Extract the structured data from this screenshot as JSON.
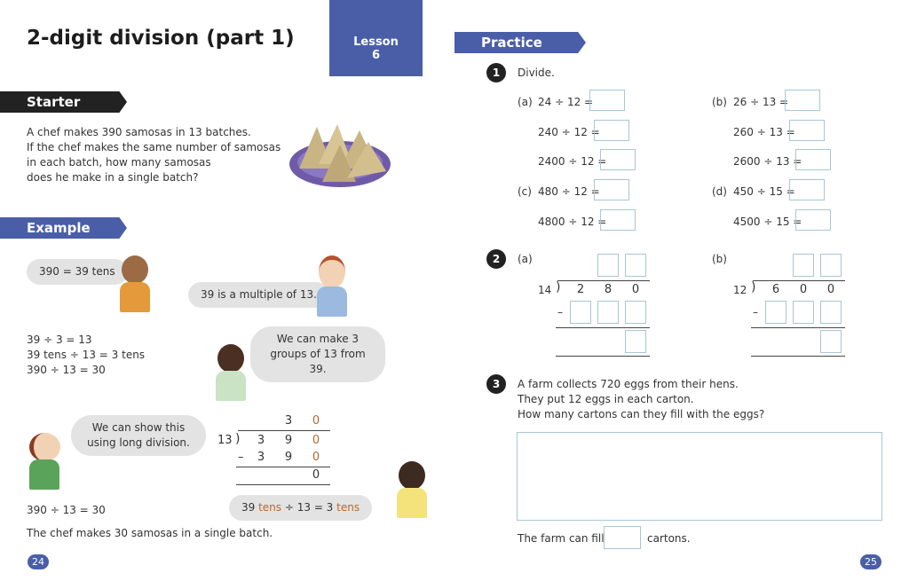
{
  "title": "2-digit division (part 1)",
  "lesson": {
    "label": "Lesson",
    "number": "6"
  },
  "starter": {
    "heading": "Starter",
    "lines": [
      "A chef makes 390 samosas in 13 batches.",
      "If the chef makes the same number of samosas",
      "in each batch, how many samosas",
      "does he make in a single batch?"
    ]
  },
  "example": {
    "heading": "Example",
    "bubbles": [
      "390 = 39 tens",
      "39 is a multiple of 13.",
      "We can make 3 groups of 13 from 39.",
      "We can show this using long division."
    ],
    "last_bubble": {
      "a": "39 ",
      "b": "tens",
      "c": " ÷ 13 = 3 ",
      "d": "tens"
    },
    "working": [
      "39 ÷ 3 = 13",
      "39 tens ÷ 13 = 3 tens",
      "390 ÷ 13 = 30"
    ],
    "long_division": {
      "divisor": "13",
      "quotient": [
        "3",
        "0"
      ],
      "dividend": [
        "3",
        "9",
        "0"
      ],
      "minus": "–",
      "subtract": [
        "3",
        "9",
        "0"
      ],
      "remainder": "0"
    },
    "result": "390 ÷ 13 = 30",
    "conclusion": "The chef makes 30 samosas in a single batch."
  },
  "practice": {
    "heading": "Practice",
    "q1": {
      "number": "1",
      "instruction": "Divide.",
      "left": [
        {
          "label": "(a)",
          "expr": "24 ÷ 12 ="
        },
        {
          "label": "",
          "expr": "240 ÷ 12 ="
        },
        {
          "label": "",
          "expr": "2400 ÷ 12 ="
        },
        {
          "label": "(c)",
          "expr": "480 ÷ 12 ="
        },
        {
          "label": "",
          "expr": "4800 ÷ 12 ="
        }
      ],
      "right": [
        {
          "label": "(b)",
          "expr": "26 ÷ 13 ="
        },
        {
          "label": "",
          "expr": "260 ÷ 13 ="
        },
        {
          "label": "",
          "expr": "2600 ÷ 13 ="
        },
        {
          "label": "(d)",
          "expr": "450 ÷ 15 ="
        },
        {
          "label": "",
          "expr": "4500 ÷ 15 ="
        }
      ]
    },
    "q2": {
      "number": "2",
      "a": {
        "label": "(a)",
        "divisor": "14",
        "dividend": [
          "2",
          "8",
          "0"
        ]
      },
      "b": {
        "label": "(b)",
        "divisor": "12",
        "dividend": [
          "6",
          "0",
          "0"
        ]
      },
      "minus": "–"
    },
    "q3": {
      "number": "3",
      "lines": [
        "A farm collects 720 eggs from their hens.",
        "They put 12 eggs in each carton.",
        "How many cartons can they fill with the eggs?"
      ],
      "answer_before": "The farm can fill",
      "answer_after": "cartons."
    }
  },
  "page_numbers": {
    "left": "24",
    "right": "25"
  },
  "colors": {
    "blue": "#4a5ea8",
    "dark": "#222222",
    "box_border": "#a9c6d4",
    "orange": "#b8672a"
  }
}
